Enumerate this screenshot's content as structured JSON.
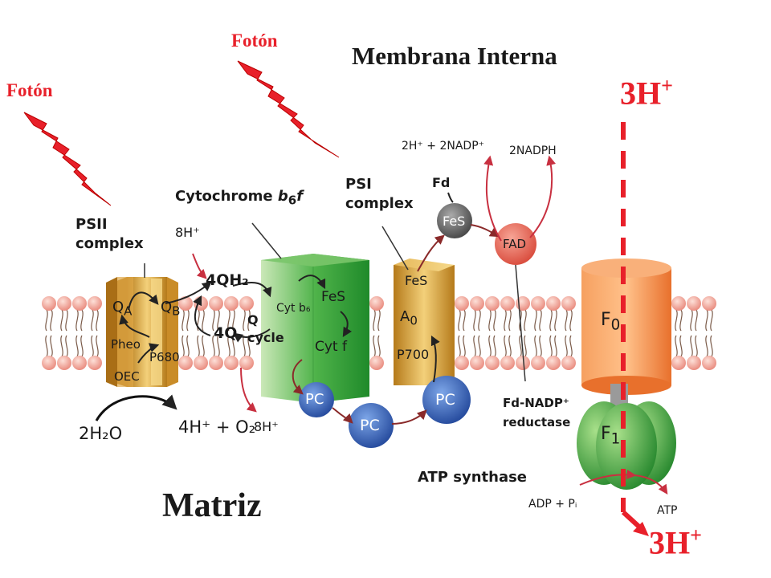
{
  "titles": {
    "membrana": "Membrana Interna",
    "matriz": "Matriz",
    "foton_left": "Fotón",
    "foton_top": "Fotón"
  },
  "proton_flow": {
    "top": "3H",
    "bottom": "3H",
    "charge": "+"
  },
  "complexes": {
    "psii": "PSII\ncomplex",
    "cytb6f_prefix": "Cytochrome ",
    "cytb6f_b": "b",
    "cytb6f_6": "6",
    "cytb6f_f": "f",
    "psi": "PSI\ncomplex",
    "atp_synthase": "ATP synthase",
    "fd_nadp_reductase": "Fd-NADP⁺\nreductase"
  },
  "psii_parts": {
    "qa_main": "Q",
    "qa_sub": "A",
    "qb_main": "Q",
    "qb_sub": "B",
    "pheo": "Pheo",
    "p680": "P680",
    "oec": "OEC"
  },
  "cyt_parts": {
    "qh2": "4QH₂",
    "q": "4Q",
    "q_cycle": "Q\ncycle",
    "cyt_b6": "Cyt b₆",
    "fes": "FeS",
    "cyt_f": "Cyt f"
  },
  "psi_parts": {
    "fes": "FeS",
    "a0_main": "A",
    "a0_sub": "0",
    "p700": "P700"
  },
  "carriers": {
    "pc": "PC",
    "fd": "Fd",
    "fes": "FeS",
    "fad": "FAD",
    "f0_main": "F",
    "f0_sub": "0",
    "f1_main": "F",
    "f1_sub": "1"
  },
  "reactions": {
    "h_in_top": "8H⁺",
    "h_out_bottom": "8H⁺",
    "water": "2H₂O",
    "water_products": "4H⁺ + O₂",
    "nadp_reactants": "2H⁺ + 2NADP⁺",
    "nadph": "2NADPH",
    "adp_pi": "ADP + Pᵢ",
    "atp": "ATP"
  },
  "colors": {
    "accent_red": "#e8202a",
    "psii_gold": "#d9a030",
    "cyt_green": "#2c9a3a",
    "pc_blue": "#2a4fa0",
    "fes_gray": "#666666",
    "fad_red": "#e05a4a",
    "f0_orange": "#f57e3a",
    "f1_green": "#3aa040",
    "lipid_pink": "#f4a49a"
  }
}
